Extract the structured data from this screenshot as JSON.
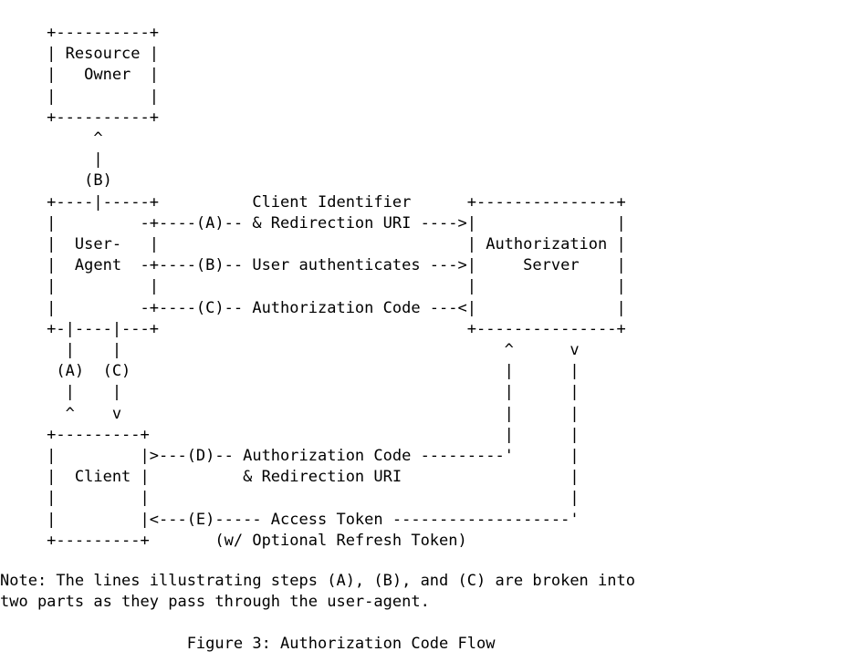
{
  "document": {
    "background_color": "#ffffff",
    "text_color": "#000000",
    "figure_number": "Figure 3",
    "figure_title": "Authorization Code Flow",
    "caption_full": "Figure 3: Authorization Code Flow"
  },
  "diagram": {
    "type": "ascii-art-flow-diagram",
    "nodes": [
      {
        "id": "resource-owner",
        "label_lines": [
          "Resource",
          "Owner"
        ]
      },
      {
        "id": "user-agent",
        "label_lines": [
          "User-",
          "Agent"
        ]
      },
      {
        "id": "authorization-server",
        "label_lines": [
          "Authorization",
          "Server"
        ]
      },
      {
        "id": "client",
        "label_lines": [
          "Client"
        ]
      }
    ],
    "steps": [
      {
        "id": "A",
        "label": "(A)",
        "text_lines": [
          "Client Identifier",
          "& Redirection URI"
        ],
        "from": "user-agent",
        "to": "authorization-server"
      },
      {
        "id": "B",
        "label": "(B)",
        "text_lines": [
          "User authenticates"
        ],
        "from": "resource-owner",
        "to": "authorization-server"
      },
      {
        "id": "C",
        "label": "(C)",
        "text_lines": [
          "Authorization Code"
        ],
        "from": "authorization-server",
        "to": "user-agent"
      },
      {
        "id": "D",
        "label": "(D)",
        "text_lines": [
          "Authorization Code",
          "& Redirection URI"
        ],
        "from": "client",
        "to": "authorization-server"
      },
      {
        "id": "E",
        "label": "(E)",
        "text_lines": [
          "Access Token",
          "(w/ Optional Refresh Token)"
        ],
        "from": "authorization-server",
        "to": "client"
      }
    ],
    "ascii": "     +----------+\n     | Resource |\n     |   Owner  |\n     |          |\n     +----------+\n          ^\n          |\n         (B)\n     +----|-----+          Client Identifier      +---------------+\n     |         -+----(A)-- & Redirection URI ---->|               |\n     |  User-   |                                 | Authorization |\n     |  Agent  -+----(B)-- User authenticates --->|     Server    |\n     |          |                                 |               |\n     |         -+----(C)-- Authorization Code ---<|               |\n     +-|----|---+                                 +---------------+\n       |    |                                         ^      v\n      (A)  (C)                                        |      |\n       |    |                                         |      |\n       ^    v                                         |      |\n     +---------+                                      |      |\n     |         |>---(D)-- Authorization Code ---------'      |\n     |  Client |          & Redirection URI                  |\n     |         |                                             |\n     |         |<---(E)----- Access Token -------------------'\n     +---------+       (w/ Optional Refresh Token)"
  },
  "note": {
    "lines": [
      "Note: The lines illustrating steps (A), (B), and (C) are broken into",
      "two parts as they pass through the user-agent."
    ],
    "text": "Note: The lines illustrating steps (A), (B), and (C) are broken into\ntwo parts as they pass through the user-agent."
  },
  "caption": {
    "text": "                    Figure 3: Authorization Code Flow"
  }
}
